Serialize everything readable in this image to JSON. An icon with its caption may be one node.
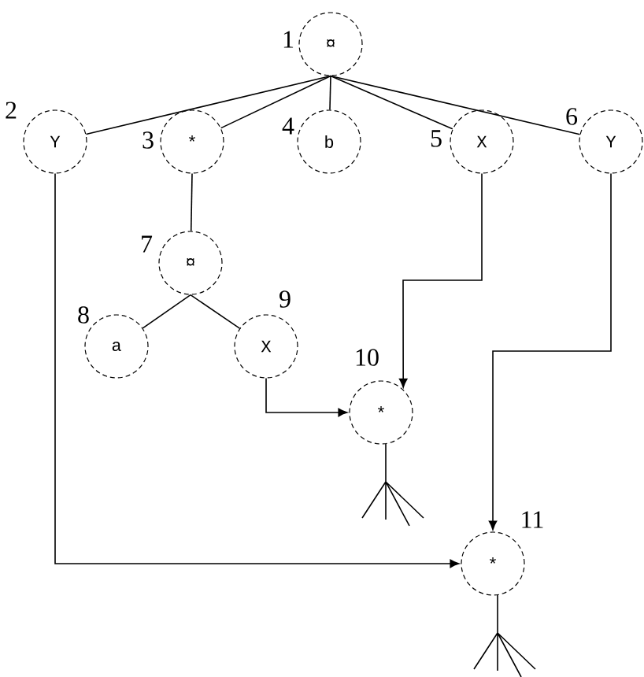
{
  "diagram": {
    "nodes": [
      {
        "text": [
          "¤"
        ],
        "beside": [
          "1"
        ]
      },
      {
        "text": [
          "Y"
        ],
        "beside": [
          "2"
        ]
      },
      {
        "text": [
          "*"
        ],
        "beside": [
          "3"
        ]
      },
      {
        "text": [
          "b"
        ],
        "beside": [
          "4"
        ]
      },
      {
        "text": [
          "X"
        ],
        "beside": [
          "5"
        ]
      },
      {
        "text": [
          "Y"
        ],
        "beside": [
          "6"
        ]
      },
      {
        "text": [
          "¤"
        ],
        "beside": [
          "7"
        ]
      },
      {
        "text": [
          "a"
        ],
        "beside": [
          "8"
        ]
      },
      {
        "text": [
          "X"
        ],
        "beside": [
          "9"
        ]
      },
      {
        "text": [
          "*"
        ],
        "beside": [
          "10"
        ]
      },
      {
        "text": [
          "*"
        ],
        "beside": [
          "11"
        ]
      }
    ],
    "edges": [
      {
        "from": 0,
        "to": 1,
        "arrow": "none"
      },
      {
        "from": 0,
        "to": 2,
        "arrow": "none"
      },
      {
        "from": 0,
        "to": 3,
        "arrow": "none"
      },
      {
        "from": 0,
        "to": 4,
        "arrow": "none"
      },
      {
        "from": 0,
        "to": 5,
        "arrow": "none"
      },
      {
        "from": 2,
        "to": 6,
        "arrow": "none"
      },
      {
        "from": 6,
        "to": 7,
        "arrow": "none"
      },
      {
        "from": 6,
        "to": 8,
        "arrow": "none"
      },
      {
        "from": 8,
        "to": 9,
        "arrow": "to"
      },
      {
        "from": 4,
        "to": 9,
        "arrow": "to"
      },
      {
        "from": 5,
        "to": 10,
        "arrow": "to"
      },
      {
        "from": 1,
        "to": 10,
        "arrow": "to"
      }
    ]
  }
}
